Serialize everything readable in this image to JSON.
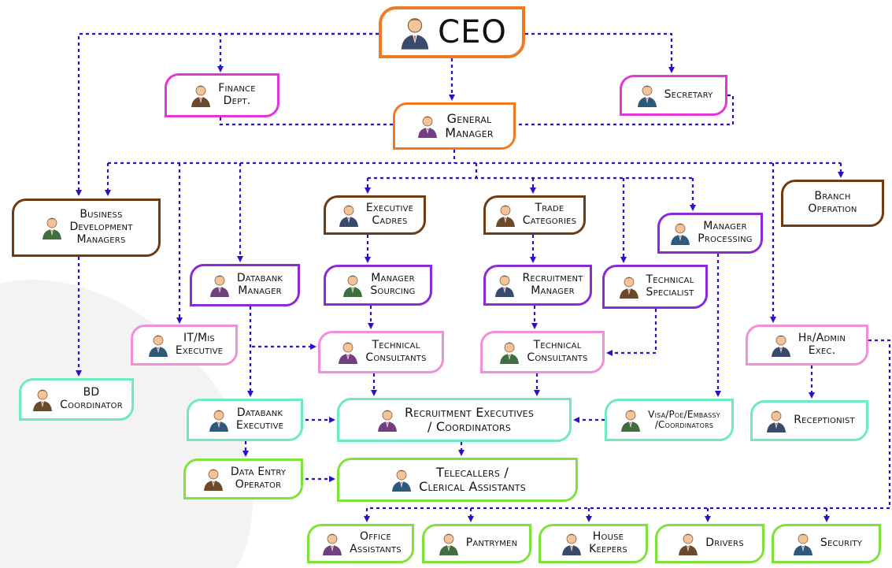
{
  "colors": {
    "connector": "#2a10c8",
    "orange": "#f07a22",
    "magenta": "#e236d6",
    "brown": "#6e3b12",
    "purple": "#8a2bd8",
    "pink": "#f090d8",
    "teal": "#6fe8c6",
    "lime": "#7ee33a"
  },
  "nodes": {
    "ceo": "CEO",
    "finance": "Finance\nDept.",
    "secretary": "Secretary",
    "gm": "General\nManager",
    "bdm": "Business\nDevelopment\nManagers",
    "branch": "Branch\nOperation",
    "exec_cadres": "Executive\nCadres",
    "trade": "Trade\nCategories",
    "mgr_processing": "Manager\nProcessing",
    "databank_mgr": "Databank\nManager",
    "mgr_sourcing": "Manager\nSourcing",
    "recruit_mgr": "Recruitment\nManager",
    "tech_specialist": "Technical\nSpecialist",
    "it_mis": "IT/Mis\nExecutive",
    "tech_consult_1": "Technical\nConsultants",
    "tech_consult_2": "Technical\nConsultants",
    "hr_admin": "Hr/Admin\nExec.",
    "bd_coord": "BD\nCoordinator",
    "databank_exec": "Databank\nExecutive",
    "recruit_exec": "Recruitment Executives\n/ Coordinators",
    "visa": "Visa/Poe/Embassy\n/Coordinators",
    "receptionist": "Receptionist",
    "data_entry": "Data Entry\nOperator",
    "telecallers": "Telecallers /\nClerical Assistants",
    "office_asst": "Office\nAssistants",
    "pantry": "Pantrymen",
    "house": "House\nKeepers",
    "drivers": "Drivers",
    "security": "Security"
  }
}
